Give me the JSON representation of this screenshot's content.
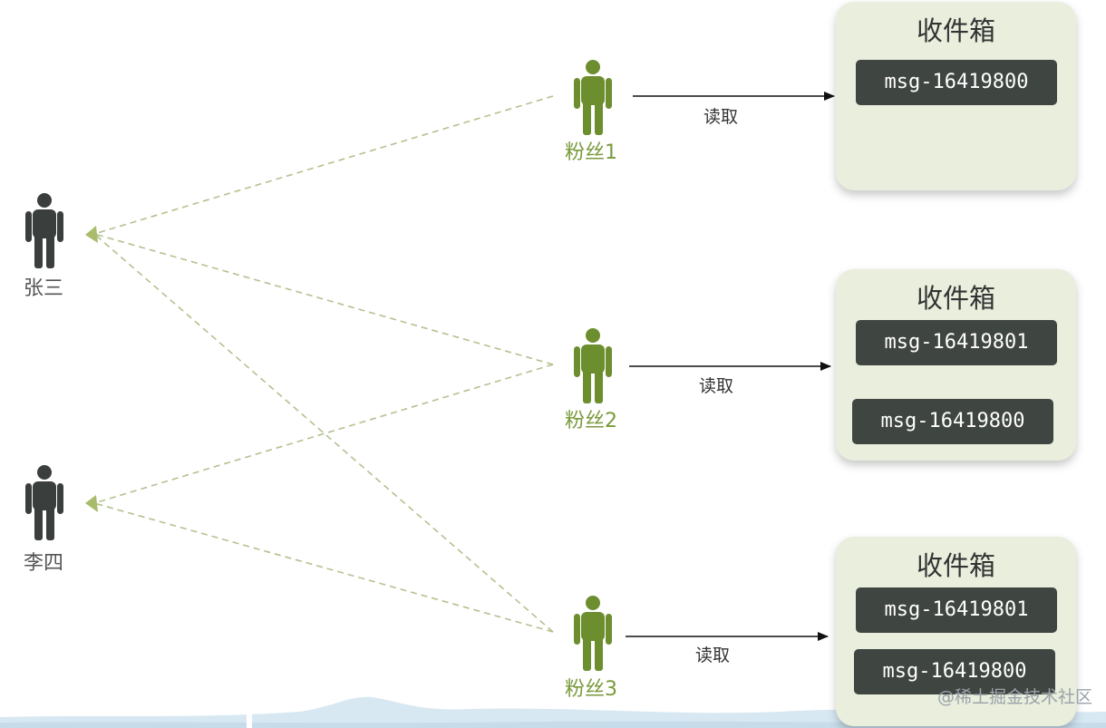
{
  "colors": {
    "publisher": "#3a3f3d",
    "fan": "#6d8e2f",
    "dashed_line": "#b3c190",
    "inbox_bg": "#e9eedd",
    "message_bg": "#3f4541"
  },
  "publishers": [
    {
      "name": "张三"
    },
    {
      "name": "李四"
    }
  ],
  "fans": [
    {
      "name": "粉丝1",
      "action": "读取"
    },
    {
      "name": "粉丝2",
      "action": "读取"
    },
    {
      "name": "粉丝3",
      "action": "读取"
    }
  ],
  "inboxes": [
    {
      "title": "收件箱",
      "messages": [
        "msg-16419800"
      ]
    },
    {
      "title": "收件箱",
      "messages": [
        "msg-16419801",
        "msg-16419800"
      ]
    },
    {
      "title": "收件箱",
      "messages": [
        "msg-16419801",
        "msg-16419800"
      ]
    }
  ],
  "watermark": "@稀土掘金技术社区"
}
